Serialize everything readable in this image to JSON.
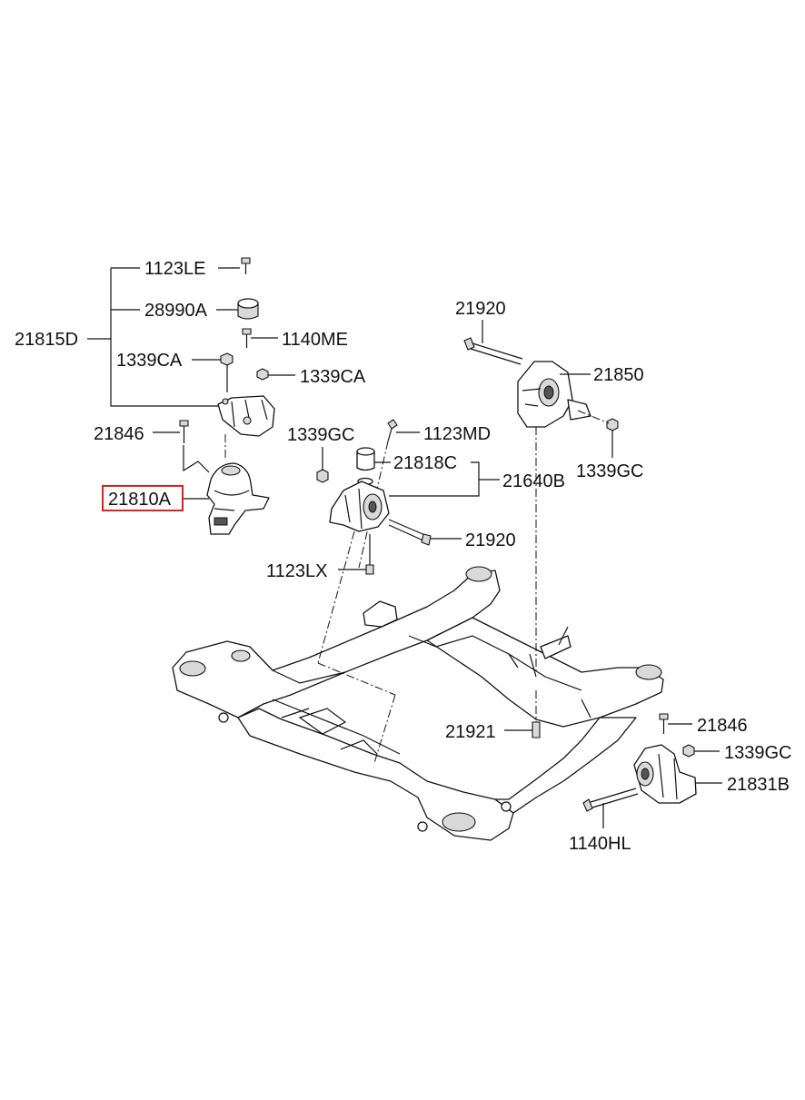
{
  "labels": {
    "p1123LE": "1123LE",
    "p28990A": "28990A",
    "p21815D": "21815D",
    "p1140ME": "1140ME",
    "p1339CA_a": "1339CA",
    "p1339CA_b": "1339CA",
    "p21846_a": "21846",
    "p21810A": "21810A",
    "p1339GC_a": "1339GC",
    "p1123MD": "1123MD",
    "p21818C": "21818C",
    "p21640B": "21640B",
    "p21920_a": "21920",
    "p1123LX": "1123LX",
    "p21920_b": "21920",
    "p21850": "21850",
    "p1339GC_b": "1339GC",
    "p21921": "21921",
    "p21846_b": "21846",
    "p1339GC_c": "1339GC",
    "p21831B": "21831B",
    "p1140HL": "1140HL"
  },
  "highlight": {
    "part": "21810A",
    "color": "#e02020"
  }
}
